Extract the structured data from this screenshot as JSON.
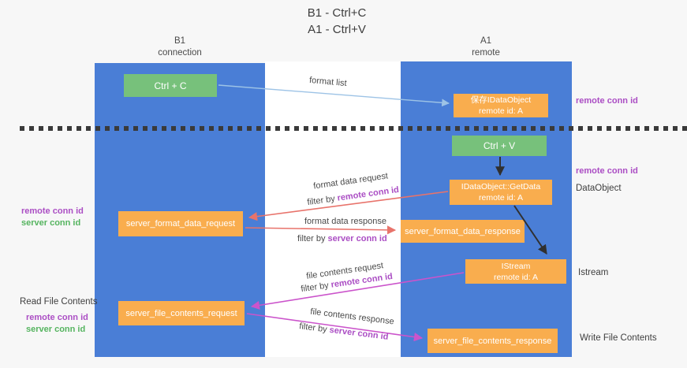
{
  "title": {
    "line1": "B1 - Ctrl+C",
    "line2": "A1 - Ctrl+V"
  },
  "columns": {
    "left": {
      "header_line1": "B1",
      "header_line2": "connection"
    },
    "right": {
      "header_line1": "A1",
      "header_line2": "remote"
    }
  },
  "nodes": {
    "ctrl_c": "Ctrl + C",
    "ctrl_v": "Ctrl + V",
    "save_dataobject": {
      "line1": "保存IDataObject",
      "line2": "remote id: A"
    },
    "getdata": {
      "line1": "IDataObject::GetData",
      "line2": "remote id: A"
    },
    "istream": {
      "line1": "IStream",
      "line2": "remote id: A"
    },
    "server_format_data_request": "server_format_data_request",
    "server_format_data_response": "server_format_data_response",
    "server_file_contents_request": "server_file_contents_request",
    "server_file_contents_response": "server_file_contents_response"
  },
  "flow_labels": {
    "format_list": "format list",
    "format_data_request": "format data request",
    "format_data_response": "format data response",
    "file_contents_request": "file contents request",
    "file_contents_response": "file contents response",
    "filter_by_prefix": "filter by ",
    "remote_conn_id": "remote conn id",
    "server_conn_id": "server conn id"
  },
  "side_labels": {
    "left_remote_conn_id_1": "remote conn id",
    "left_server_conn_id_1": "server conn id",
    "read_file_contents": "Read File Contents",
    "left_remote_conn_id_2": "remote conn id",
    "left_server_conn_id_2": "server conn id",
    "right_remote_conn_id_top": "remote conn id",
    "right_remote_conn_id_mid": "remote conn id",
    "dataobject": "DataObject",
    "istream": "Istream",
    "write_file_contents": "Write File Contents"
  },
  "colors": {
    "bg": "#f7f7f7",
    "panel_white": "#ffffff",
    "column_blue": "#4a7ed6",
    "box_green": "#77c17b",
    "box_orange": "#f9ad4e",
    "text_dark": "#3e3e3e",
    "purple": "#ab4ec4",
    "green_label": "#55b45f",
    "arrow_red": "#e8736b",
    "arrow_magenta": "#cb54cb",
    "arrow_blue": "#9dc3e6",
    "dash_black": "#3a3a3a"
  }
}
